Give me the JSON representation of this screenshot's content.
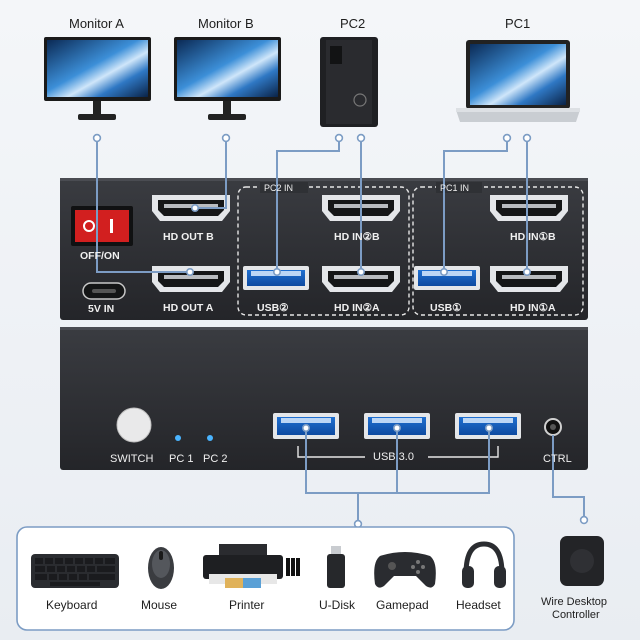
{
  "top_devices": {
    "monitor_a": "Monitor A",
    "monitor_b": "Monitor B",
    "pc2": "PC2",
    "pc1": "PC1"
  },
  "back_panel": {
    "power_switch_label": "OFF/ON",
    "power_in_label": "5V IN",
    "hd_out_b": "HD OUT B",
    "hd_out_a": "HD OUT A",
    "pc2_group_label": "PC2 IN",
    "pc2_hd_in_b": "HD IN②B",
    "pc2_usb": "USB②",
    "pc2_hd_in_a": "HD IN②A",
    "pc1_group_label": "PC1 IN",
    "pc1_hd_in_b": "HD IN①B",
    "pc1_usb": "USB①",
    "pc1_hd_in_a": "HD IN①A"
  },
  "front_panel": {
    "switch_label": "SWITCH",
    "pc1_led_label": "PC 1",
    "pc2_led_label": "PC 2",
    "usb_label": "USB 3.0",
    "ctrl_label": "CTRL"
  },
  "peripherals": [
    {
      "label": "Keyboard",
      "icon": "keyboard-icon"
    },
    {
      "label": "Mouse",
      "icon": "mouse-icon"
    },
    {
      "label": "Printer",
      "icon": "printer-icon"
    },
    {
      "label": "U-Disk",
      "icon": "usb-disk-icon"
    },
    {
      "label": "Gamepad",
      "icon": "gamepad-icon"
    },
    {
      "label": "Headset",
      "icon": "headset-icon"
    }
  ],
  "controller": {
    "label_line1": "Wire Desktop",
    "label_line2": "Controller"
  },
  "colors": {
    "cable": "#7c9cc4",
    "device_body": "#2b2d31",
    "usb_blue": "#2e7de0",
    "led_blue": "#4ab4ff",
    "screen_blue": "#1d5fa8"
  }
}
